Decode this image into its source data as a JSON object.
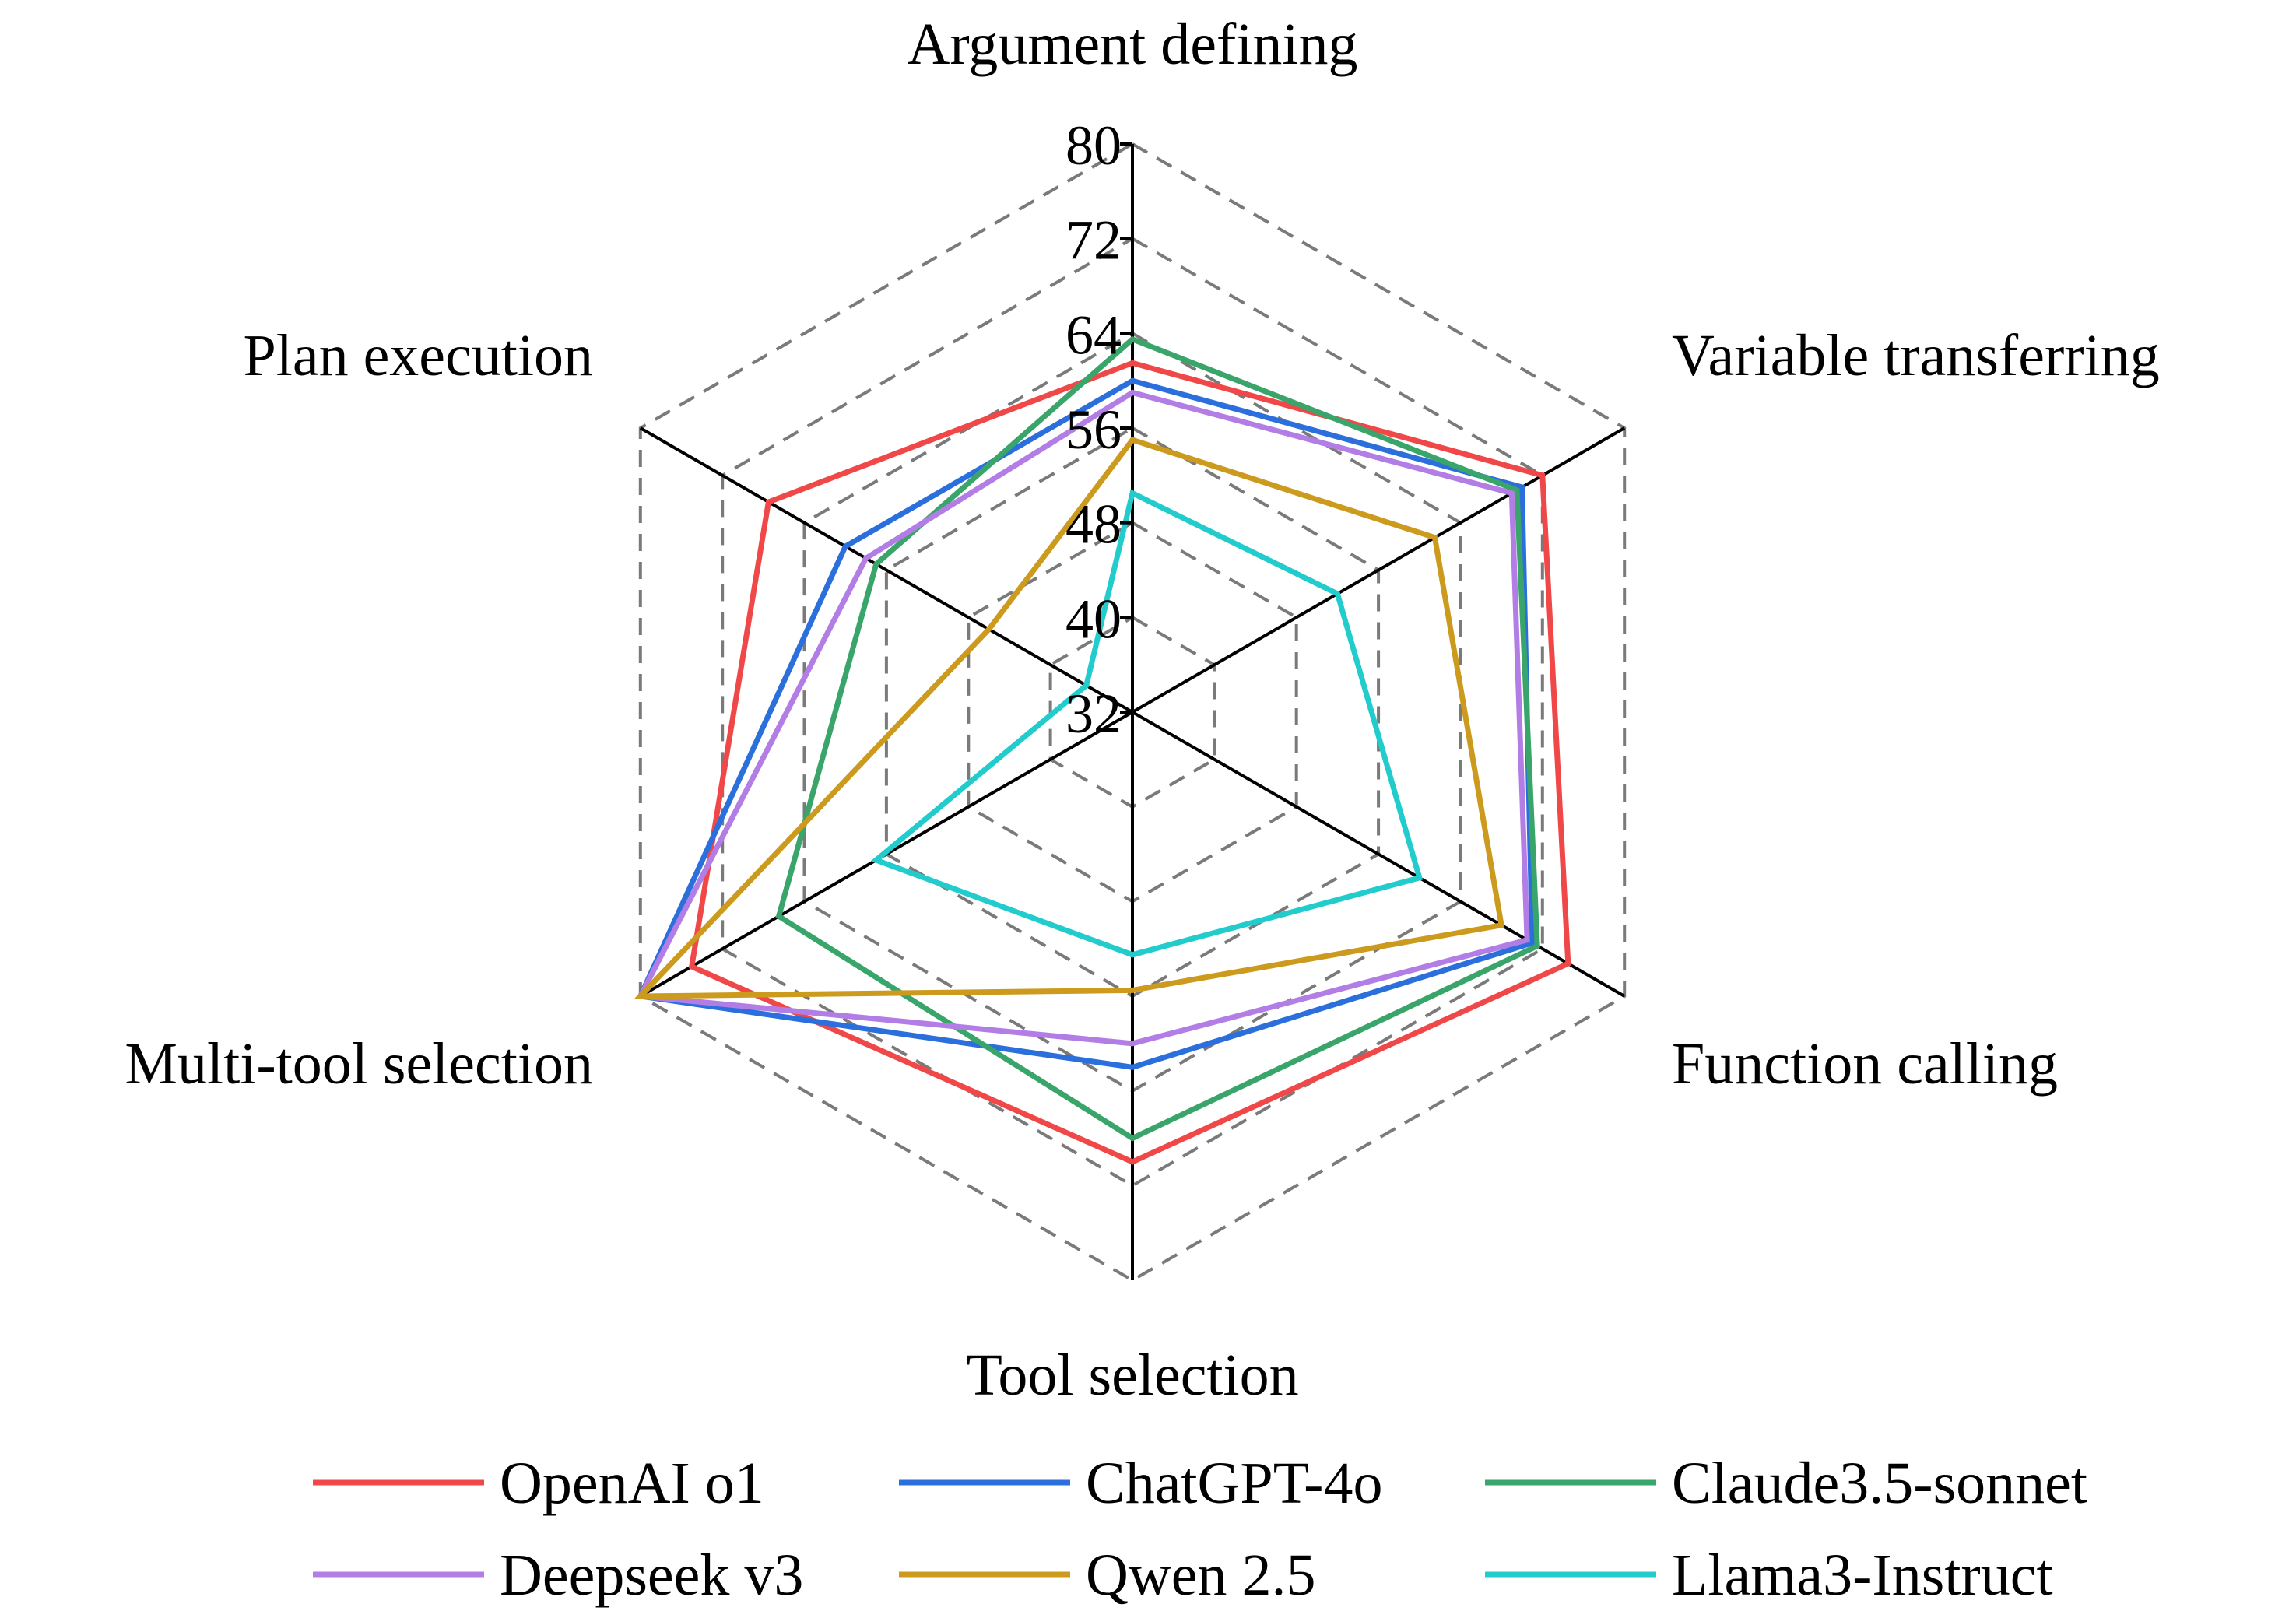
{
  "chart_data": {
    "type": "radar",
    "axes": [
      "Argument defining",
      "Variable transferring",
      "Function calling",
      "Tool selection",
      "Multi-tool selection",
      "Plan execution"
    ],
    "range": [
      32,
      80
    ],
    "ticks": [
      "32",
      "40",
      "48",
      "56",
      "64",
      "72",
      "80"
    ],
    "tick_values": [
      32,
      40,
      48,
      56,
      64,
      72,
      80
    ],
    "grid": "dashed hexagons",
    "legend_position": "bottom",
    "series": [
      {
        "name": "OpenAI o1",
        "color": "#f04848",
        "values": [
          61.5,
          72.0,
          74.5,
          70.0,
          75.0,
          67.5
        ]
      },
      {
        "name": "ChatGPT-4o",
        "color": "#2b6fdc",
        "values": [
          60.0,
          70.0,
          71.0,
          62.0,
          80.0,
          60.0
        ]
      },
      {
        "name": "Claude3.5-sonnet",
        "color": "#3aa56a",
        "values": [
          63.5,
          69.5,
          71.5,
          68.0,
          66.5,
          57.0
        ]
      },
      {
        "name": "Deepseek v3",
        "color": "#b27ee6",
        "values": [
          59.0,
          69.0,
          70.5,
          60.0,
          80.0,
          58.0
        ]
      },
      {
        "name": "Qwen 2.5",
        "color": "#cc9a1c",
        "values": [
          55.0,
          61.5,
          68.0,
          55.5,
          80.0,
          46.0
        ]
      },
      {
        "name": "Llama3-Instruct",
        "color": "#22cccc",
        "values": [
          50.5,
          52.0,
          60.0,
          52.5,
          57.0,
          36.5
        ]
      }
    ]
  }
}
